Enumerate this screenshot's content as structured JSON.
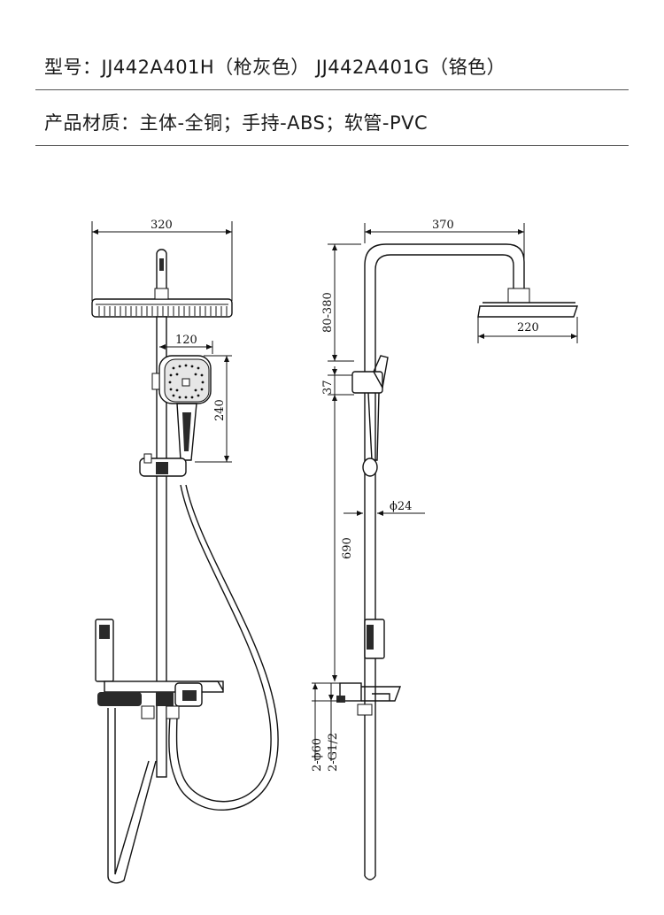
{
  "spec": {
    "model_line": "型号：JJ442A401H（枪灰色）  JJ442A401G（铬色）",
    "material_line": "产品材质：主体-全铜；手持-ABS；软管-PVC"
  },
  "dimensions": {
    "front_width": "320",
    "handshower_width": "120",
    "handshower_height": "240",
    "side_width": "370",
    "arm_height": "80-380",
    "head_diameter": "220",
    "holder_height": "37",
    "pipe_diameter": "ϕ24",
    "pipe_length": "690",
    "inlet_spacing": "2-ϕ60",
    "inlet_thread": "2-G1/2"
  }
}
